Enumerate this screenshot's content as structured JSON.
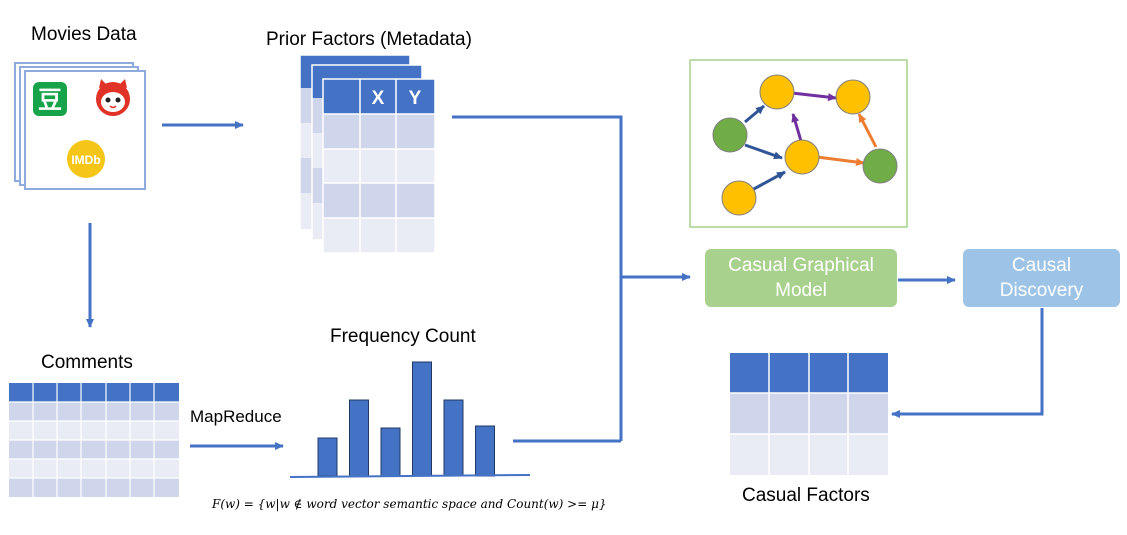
{
  "labels": {
    "movies_data": "Movies Data",
    "prior_factors": "Prior Factors (Metadata)",
    "comments": "Comments",
    "frequency_count": "Frequency Count",
    "mapreduce": "MapReduce",
    "casual_factors": "Casual Factors"
  },
  "boxes": {
    "graphical_model": "Casual Graphical Model",
    "causal_discovery": "Causal Discovery"
  },
  "table_headers": {
    "x": "X",
    "y": "Y"
  },
  "logos": {
    "douban": "豆",
    "imdb": "IMDb",
    "maoyan": "cat-face-icon"
  },
  "formula": "F(w) = {w|w  ∉ word vector semantic space and Count(w) >= μ}",
  "frequency_chart": {
    "type": "bar",
    "values": [
      38,
      76,
      48,
      114,
      76,
      50
    ]
  },
  "colors": {
    "arrow": "#4472c4",
    "table_header": "#4472c4",
    "table_row_dark": "#cfd5ea",
    "table_row_light": "#e9ebf5",
    "box_green": "#a9d18e",
    "box_blue": "#9dc3e6",
    "node_yellow": "#ffc000",
    "node_green": "#70ad47",
    "edge_navy": "#2f5597",
    "edge_purple": "#7030a0",
    "edge_orange": "#ed7d31"
  }
}
